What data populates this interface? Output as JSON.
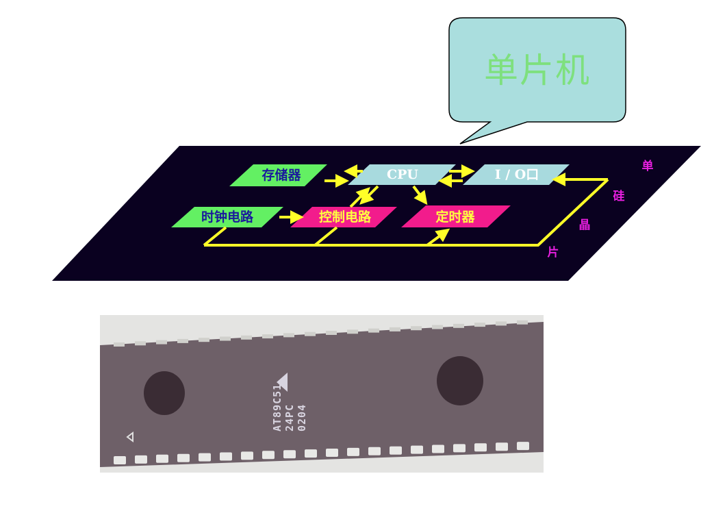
{
  "callout": {
    "text": "单片机"
  },
  "diagram": {
    "blocks": {
      "memory": "存储器",
      "cpu": "CPU",
      "io": "I / O口",
      "clock": "时钟电路",
      "control": "控制电路",
      "timer": "定时器"
    },
    "side_chars": [
      "单",
      "硅",
      "晶",
      "片"
    ]
  },
  "chip": {
    "marking": [
      "AT89C51",
      "24PC",
      "0204"
    ]
  },
  "colors": {
    "board": "#0a0120",
    "green_block": "#63f063",
    "cpu_block": "#a8dade",
    "pink_block": "#f21c8c",
    "bus_yellow": "#ffff28",
    "callout_fill": "#aadede",
    "callout_text": "#7ee07e",
    "side_text": "#e81fe0",
    "chip_body": "#6e6068"
  }
}
